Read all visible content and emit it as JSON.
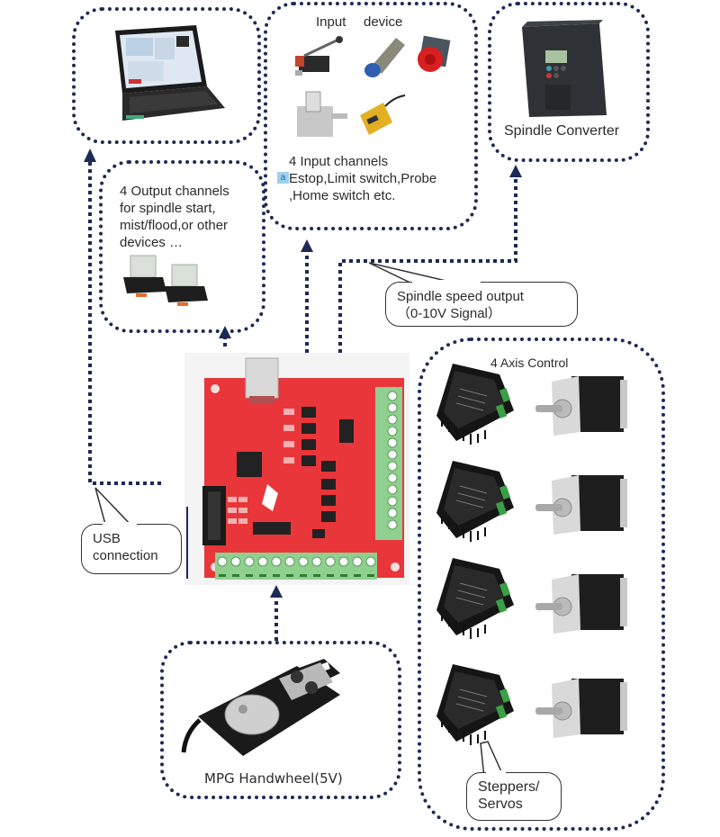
{
  "diagram": {
    "accent_color": "#1d2a55",
    "board_color": "#e8363a",
    "terminal_color": "#8fd08f",
    "nodes": {
      "computer": {
        "label": "",
        "icon": "laptop-icon"
      },
      "input_devices": {
        "title_left": "Input",
        "title_right": "device",
        "description": "4 Input channels\nEstop,Limit switch,Probe\n,Home switch etc.",
        "devices": [
          "limit-switch",
          "proximity-sensor",
          "emergency-stop-button",
          "push-switch",
          "inductive-sensor"
        ]
      },
      "spindle_converter": {
        "label": "Spindle Converter",
        "icon": "vfd-icon"
      },
      "output_channels": {
        "description": "4 Output channels\nfor spindle start,\nmist/flood,or other\ndevices …",
        "icon": "relay-icon"
      },
      "controller_board": {
        "label": "",
        "icon": "breakout-board-icon"
      },
      "axis_control": {
        "title": "4 Axis Control",
        "driver_count": 4,
        "motor_count": 4
      },
      "mpg_handwheel": {
        "label": "MPG Handwheel(5V)",
        "icon": "handwheel-icon"
      }
    },
    "callouts": {
      "usb": "USB\nconnection",
      "spindle_speed": "Spindle speed output\n（0-10V Signal）",
      "steppers": "Steppers/\nServos"
    }
  }
}
